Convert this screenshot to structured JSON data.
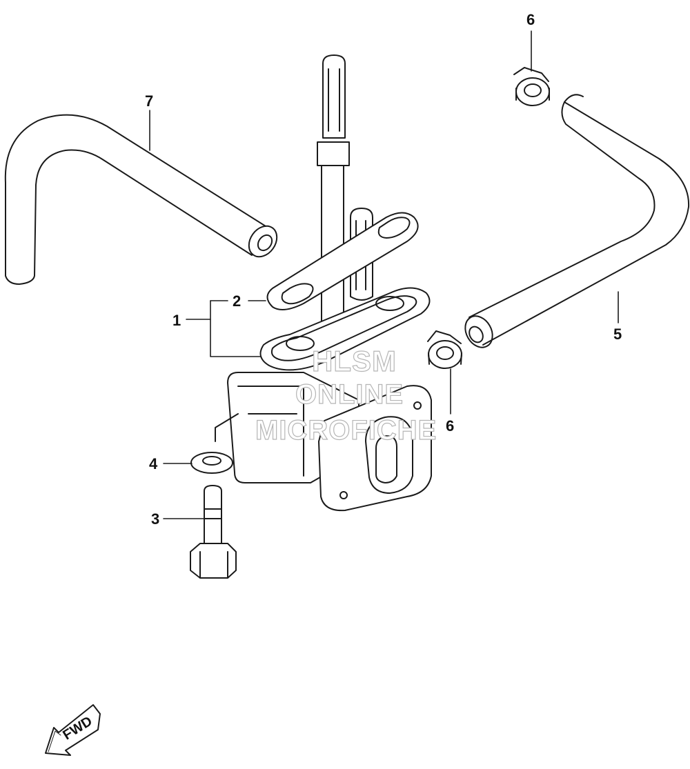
{
  "callouts": {
    "c1": "1",
    "c2": "2",
    "c3": "3",
    "c4": "4",
    "c5": "5",
    "c6_top": "6",
    "c6_mid": "6",
    "c7": "7"
  },
  "watermark": {
    "line1": "HLSM",
    "line2": "ONLINE",
    "line3": "MICROFICHE"
  },
  "fwd_label": "FWD",
  "colors": {
    "line": "#1a1a1a",
    "shade": "#e6e6e6",
    "watermark_outline": "#b5b5b5"
  }
}
